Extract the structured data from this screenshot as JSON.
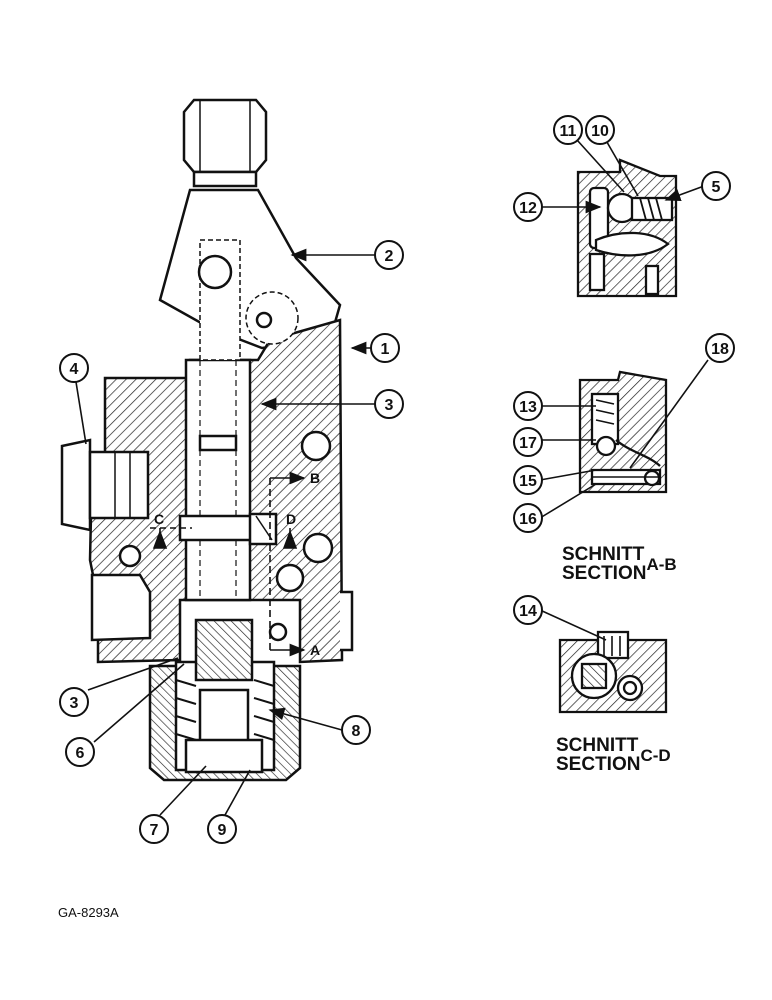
{
  "figure_code": "GA-8293A",
  "callouts": [
    "1",
    "2",
    "3",
    "3",
    "4",
    "5",
    "6",
    "7",
    "8",
    "9",
    "10",
    "11",
    "12",
    "13",
    "14",
    "15",
    "16",
    "17",
    "18"
  ],
  "section_markers": {
    "a": "A",
    "b": "B",
    "c": "C",
    "d": "D"
  },
  "section_ab": {
    "line1": "SCHNITT",
    "line2": "SECTION",
    "suffix": "A-B"
  },
  "section_cd": {
    "line1": "SCHNITT",
    "line2": "SECTION",
    "suffix": "C-D"
  }
}
